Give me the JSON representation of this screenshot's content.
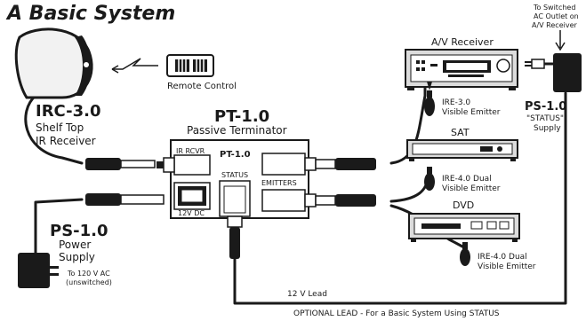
{
  "title": "A Basic System",
  "remote": {
    "label": "Remote Control"
  },
  "irc": {
    "model": "IRC-3.0",
    "line1": "Shelf Top",
    "line2": "IR Receiver"
  },
  "pt": {
    "model": "PT-1.0",
    "name": "Passive Terminator",
    "panel_label": "PT-1.0",
    "ir_rcvr": "IR RCVR",
    "status": "STATUS",
    "emitters": "EMITTERS",
    "dc": "12V DC"
  },
  "ps_main": {
    "model": "PS-1.0",
    "line1": "Power",
    "line2": "Supply",
    "note1": "To 120 V AC",
    "note2": "(unswitched)"
  },
  "ps_status": {
    "model": "PS-1.0",
    "line1": "\"STATUS\"",
    "line2": "Supply"
  },
  "switched": {
    "line1": "To Switched",
    "line2": "AC Outlet on",
    "line3": "A/V Receiver"
  },
  "receiver": {
    "label": "A/V Receiver"
  },
  "sat": {
    "label": "SAT"
  },
  "dvd": {
    "label": "DVD"
  },
  "emitter1": {
    "line1": "IRE-3.0",
    "line2": "Visible Emitter"
  },
  "emitter2": {
    "line1": "IRE-4.0 Dual",
    "line2": "Visible Emitter"
  },
  "emitter3": {
    "line1": "IRE-4.0 Dual",
    "line2": "Visible Emitter"
  },
  "lead_label": "12 V Lead",
  "optional_label": "OPTIONAL LEAD - For a Basic System Using STATUS"
}
